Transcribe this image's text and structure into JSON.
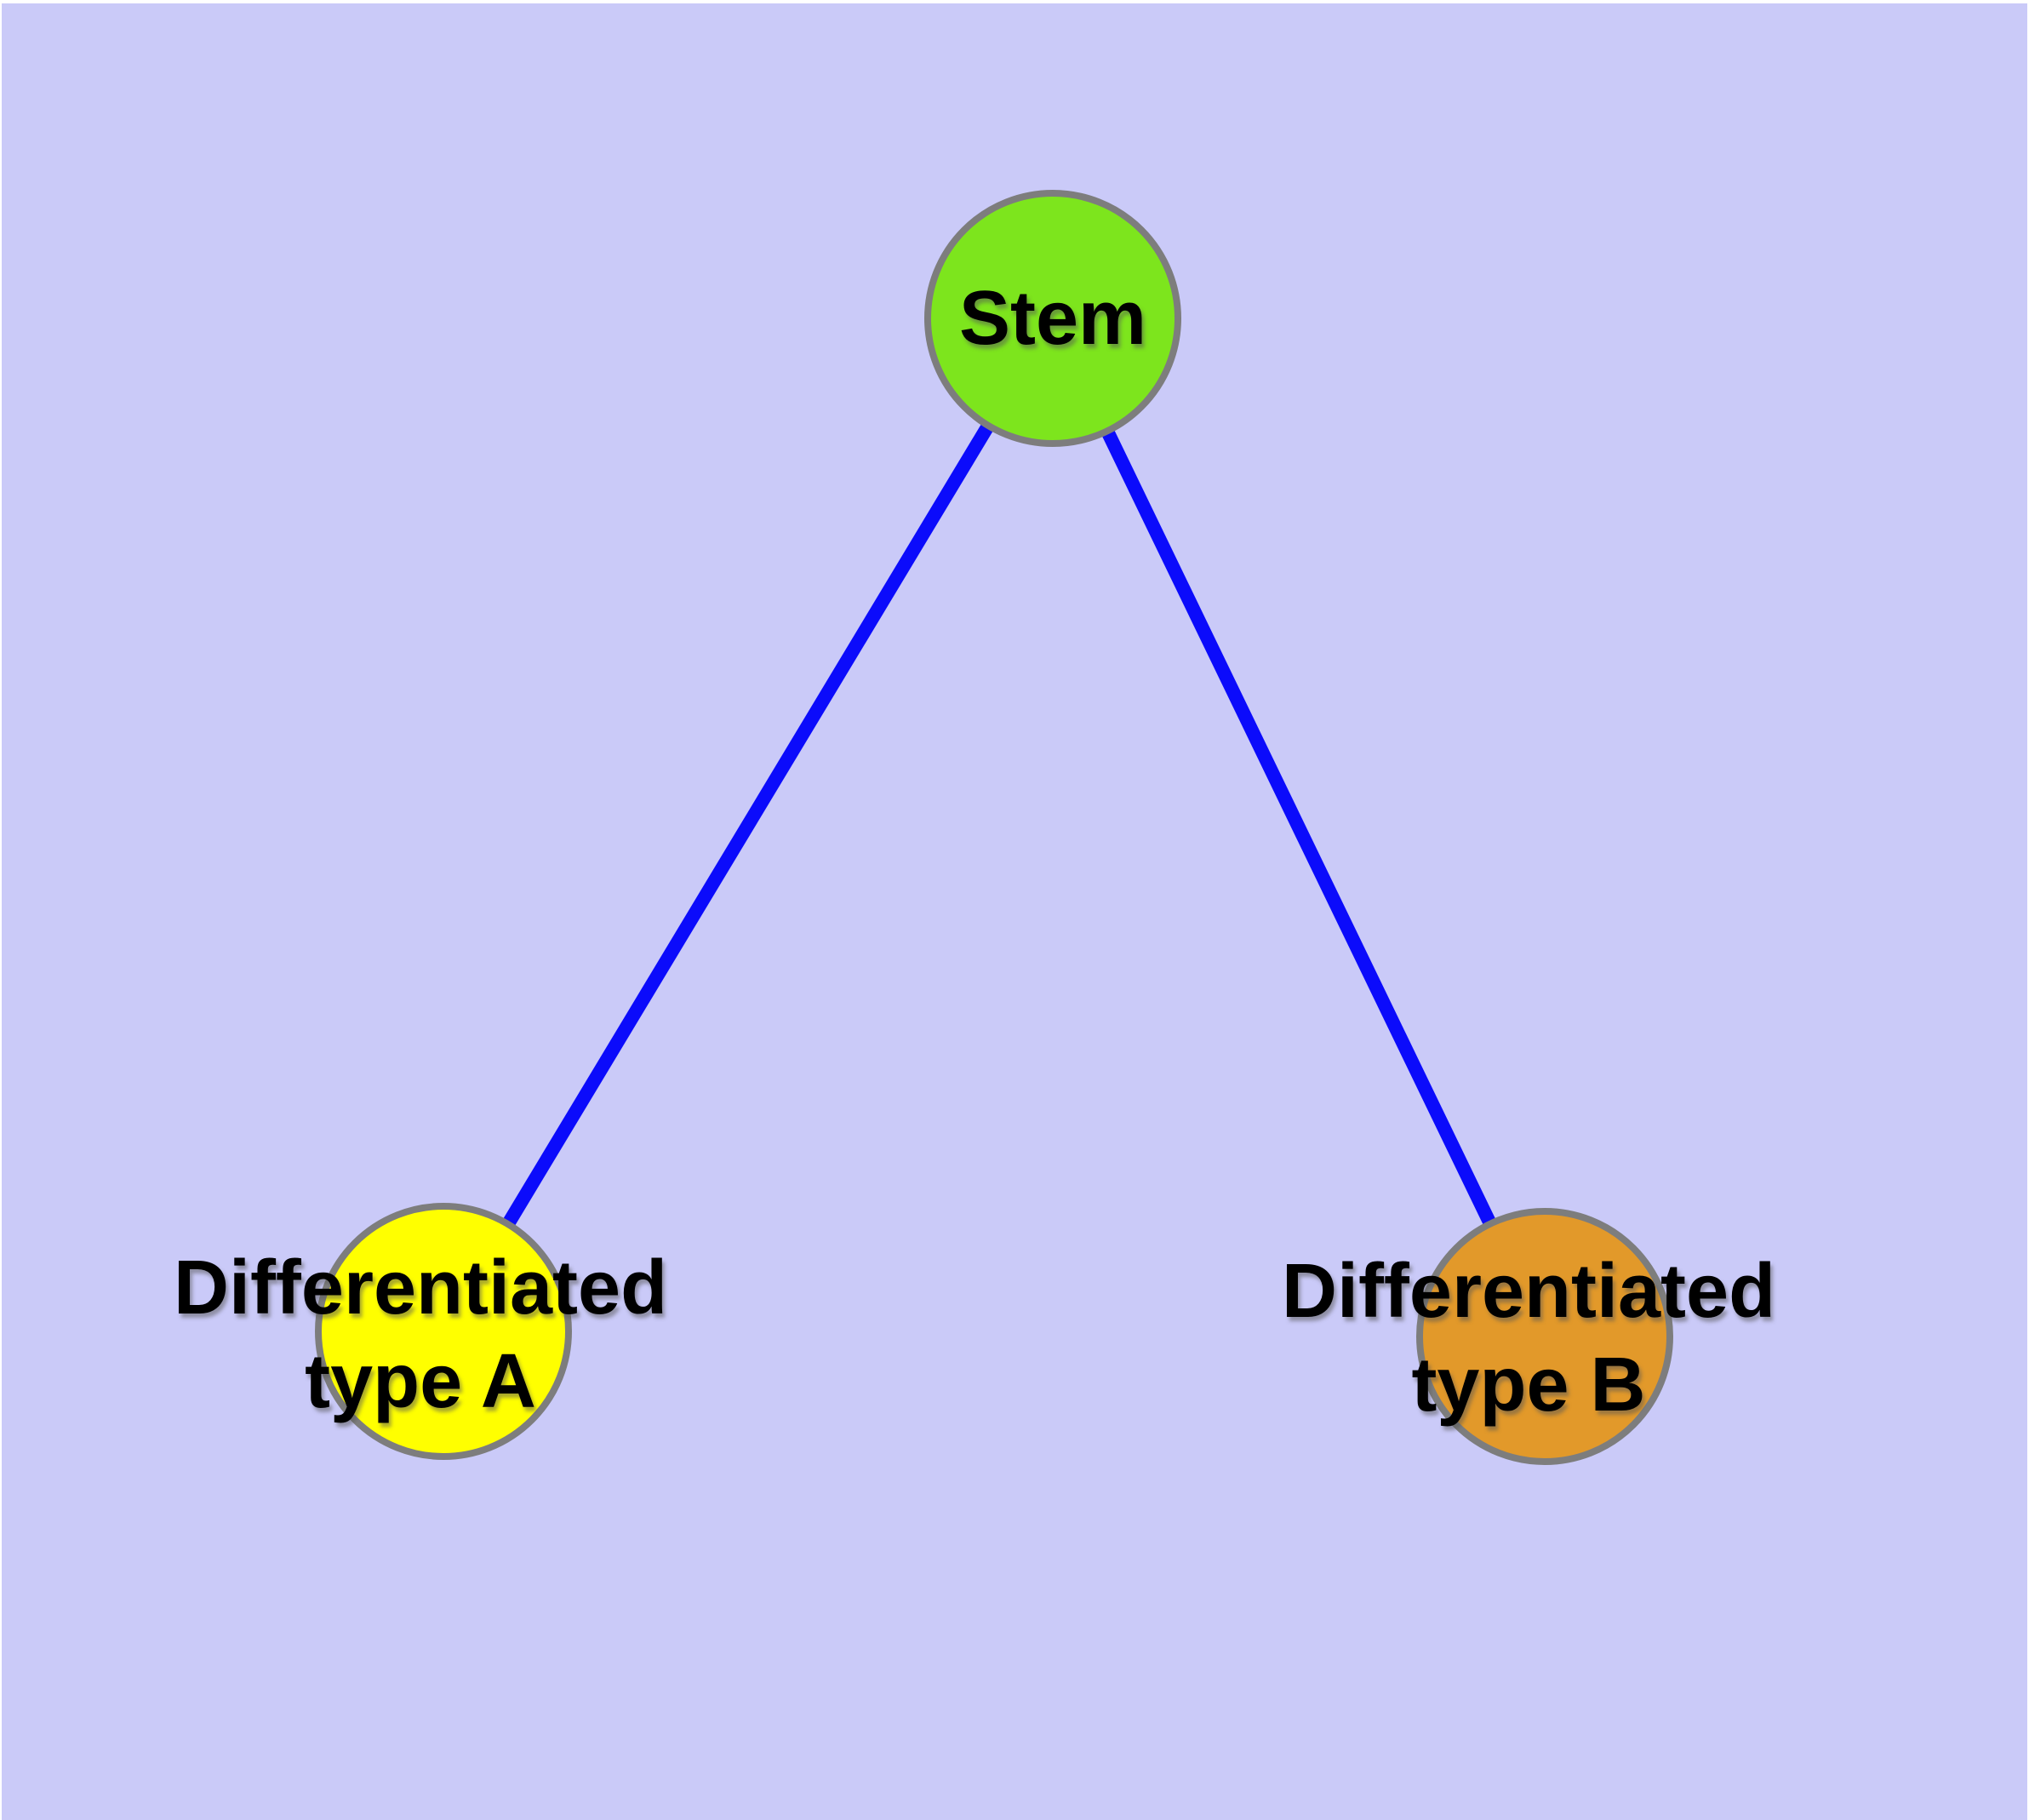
{
  "diagram": {
    "type": "node-link-graph",
    "background_color": "#cacaf8",
    "edge_color": "#0b0bfb",
    "node_border_color": "#7d7d7d",
    "label_color": "#000000",
    "nodes": [
      {
        "id": "stem",
        "label": "Stem",
        "fill": "#7de51d"
      },
      {
        "id": "differentiated-type-a",
        "label_line1": "Differentiated",
        "label_line2": "type A",
        "fill": "#ffff00"
      },
      {
        "id": "differentiated-type-b",
        "label_line1": "Differentiated",
        "label_line2": "type B",
        "fill": "#e2992a"
      }
    ],
    "edges": [
      {
        "from": "Stem",
        "to": "Differentiated type A"
      },
      {
        "from": "Stem",
        "to": "Differentiated type B"
      }
    ]
  }
}
